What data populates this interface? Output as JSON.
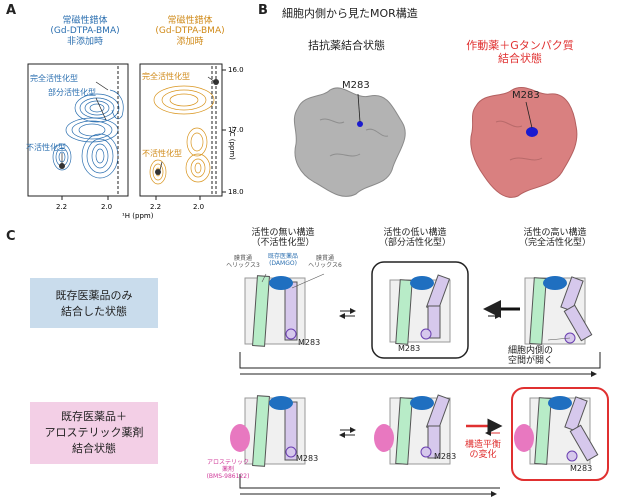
{
  "panelA": {
    "letter": "A",
    "col1_title": [
      "常磁性錯体",
      "(Gd-DTPA-BMA)",
      "非添加時"
    ],
    "col2_title": [
      "常磁性錯体",
      "(Gd-DTPA-BMA)",
      "添加時"
    ],
    "label_full": "完全活性化型",
    "label_partial": "部分活性化型",
    "label_inactive": "不活性化型",
    "label_full2": "完全活性化型",
    "label_inactive2": "不活性化型",
    "x_ticks_left": [
      "2.2",
      "2.0"
    ],
    "x_ticks_right": [
      "2.2",
      "2.0"
    ],
    "y_ticks": [
      "16.0",
      "17.0",
      "18.0"
    ],
    "xlabel": "¹H (ppm)",
    "ylabel": "¹³C (ppm)",
    "colors": {
      "blue": "#2b6fb0",
      "orange": "#d9951e"
    }
  },
  "panelB": {
    "letter": "B",
    "title": "細胞内側から見たMOR構造",
    "left_title": "拮抗薬結合状態",
    "right_title": [
      "作動薬＋Gタンパク質",
      "結合状態"
    ],
    "left_label": "M283",
    "right_label": "M283",
    "colors": {
      "left_surface": "#b3b3b3",
      "right_surface": "#d98080",
      "site": "#1a1ad0"
    }
  },
  "panelC": {
    "letter": "C",
    "col_heads": [
      [
        "活性の無い構造",
        "（不活性化型）"
      ],
      [
        "活性の低い構造",
        "（部分活性化型）"
      ],
      [
        "活性の高い構造",
        "（完全活性化型）"
      ]
    ],
    "row1_label": [
      "既存医薬品のみ",
      "結合した状態"
    ],
    "row2_label": [
      "既存医薬品＋",
      "アロステリック薬剤",
      "結合状態"
    ],
    "helix3": [
      "膜貫通",
      "ヘリックス3"
    ],
    "drug": [
      "既存医薬品",
      "(DAMGO)"
    ],
    "helix6": [
      "膜貫通",
      "ヘリックス6"
    ],
    "m283": "M283",
    "space_note": [
      "細胞内側の",
      "空間が開く"
    ],
    "allo_drug": [
      "アロステリック",
      "薬剤",
      "(BMS-986122)"
    ],
    "shift_note": [
      "構造平衡",
      "の変化"
    ],
    "colors": {
      "helix_green": "#b8ecc8",
      "helix_purple": "#d6c8ec",
      "drug_blue": "#1f6fc0",
      "allo_pink": "#e878c0",
      "red": "#e03030"
    }
  }
}
